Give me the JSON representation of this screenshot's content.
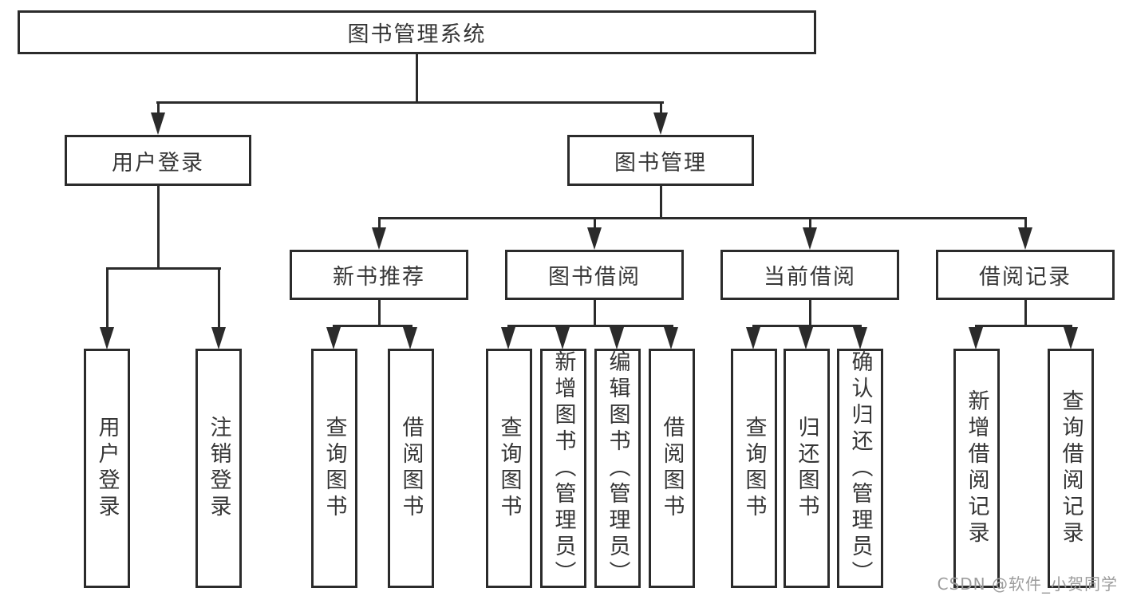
{
  "diagram": {
    "title_node": "图书管理系统",
    "level2": [
      "用户登录",
      "图书管理"
    ],
    "level3": [
      "新书推荐",
      "图书借阅",
      "当前借阅",
      "借阅记录"
    ],
    "leaves": {
      "user_login": [
        "用户登录",
        "注销登录"
      ],
      "new_book_recommend": [
        "查询图书",
        "借阅图书"
      ],
      "book_borrow": [
        "查询图书",
        "新增图书（管理员）",
        "编辑图书（管理员）",
        "借阅图书"
      ],
      "current_borrow": [
        "查询图书",
        "归还图书",
        "确认归还（管理员）"
      ],
      "borrow_records": [
        "新增借阅记录",
        "查询借阅记录"
      ]
    }
  },
  "watermark": "CSDN @软件_小贺同学",
  "colors": {
    "line": "#2b2b2b",
    "text": "#363636",
    "watermark": "#9c9c9c",
    "background": "#ffffff"
  }
}
